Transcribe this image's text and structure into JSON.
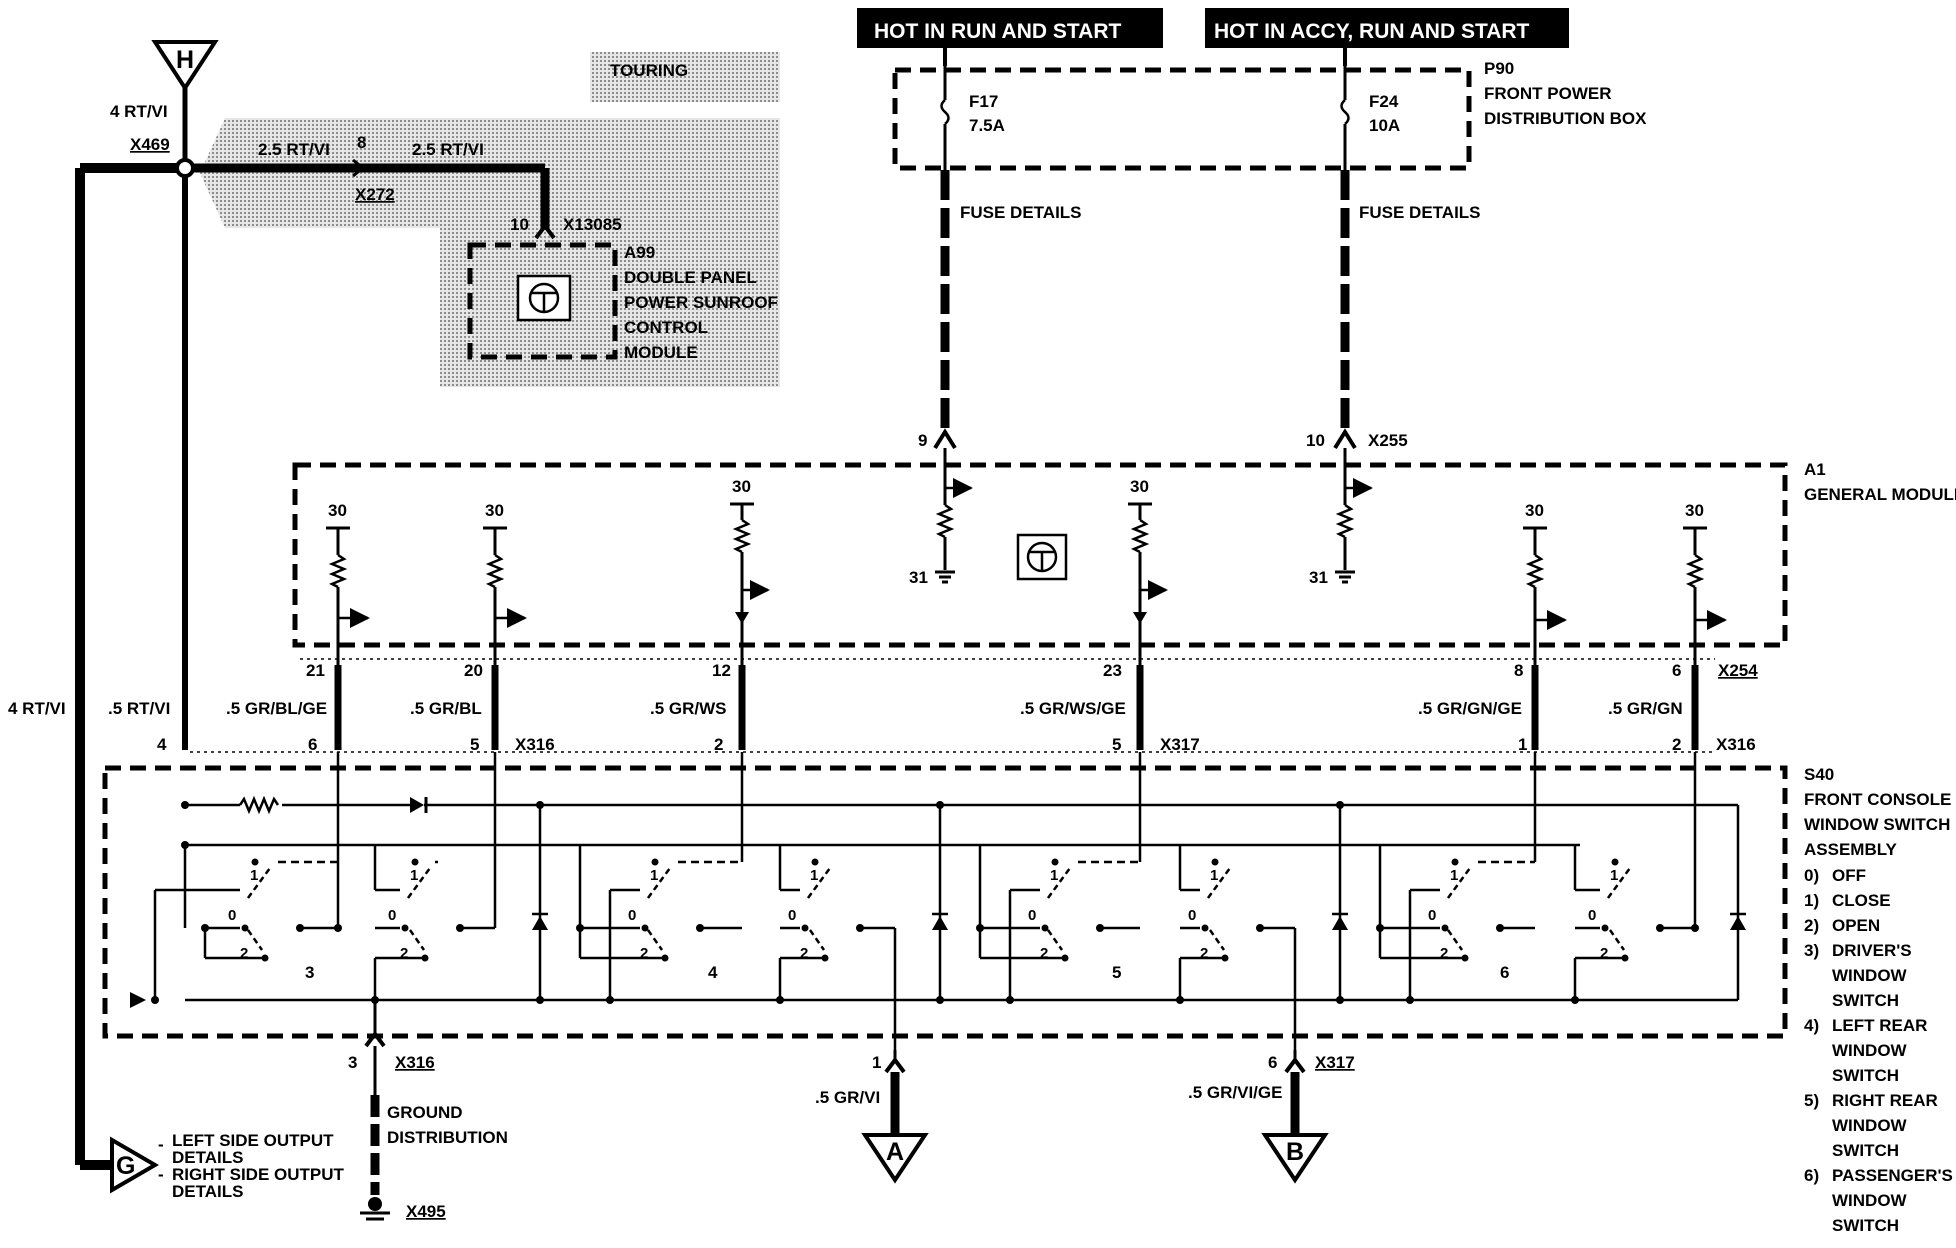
{
  "headers": {
    "hot_run_start": "HOT IN RUN AND START",
    "hot_accy_run_start": "HOT IN ACCY, RUN AND START"
  },
  "connectors": {
    "h": "H",
    "g": "G",
    "a": "A",
    "b": "B"
  },
  "touring": "TOURING",
  "top_left": {
    "wire_4": "4 RT/VI",
    "x469": "X469",
    "wire_25a": "2.5 RT/VI",
    "pin_8": "8",
    "wire_25b": "2.5 RT/VI",
    "x272": "X272",
    "pin_10": "10",
    "x13085": "X13085"
  },
  "sunroof": {
    "lines": [
      "A99",
      "DOUBLE PANEL",
      "POWER SUNROOF",
      "CONTROL",
      "MODULE"
    ]
  },
  "p90": {
    "lines": [
      "P90",
      "FRONT POWER",
      "DISTRIBUTION BOX"
    ],
    "f17": "F17",
    "f17_rating": "7.5A",
    "f24": "F24",
    "f24_rating": "10A",
    "fuse_details": "FUSE DETAILS"
  },
  "x255": {
    "pin_9": "9",
    "pin_10": "10",
    "label": "X255"
  },
  "a1": {
    "lines": [
      "A1",
      "GENERAL MODULE"
    ],
    "v30": "30",
    "v31": "31"
  },
  "wires": [
    {
      "pin": "21",
      "color": ".5 GR/BL/GE"
    },
    {
      "pin": "20",
      "color": ".5 GR/BL"
    },
    {
      "pin": "12",
      "color": ".5 GR/WS"
    },
    {
      "pin": "23",
      "color": ".5 GR/WS/GE"
    },
    {
      "pin": "8",
      "color": ".5 GR/GN/GE"
    },
    {
      "pin": "6",
      "color": ".5 GR/GN"
    }
  ],
  "x254": "X254",
  "left_wire_labels": {
    "rt_vi_4": "4 RT/VI",
    "rt_vi_05": ".5 RT/VI",
    "pin_4": "4"
  },
  "s40_pins": {
    "p6": "6",
    "p5a": "5",
    "p2a": "2",
    "p5b": "5",
    "p1": "1",
    "p2b": "2"
  },
  "s40_connectors": {
    "x316a": "X316",
    "x317": "X317",
    "x316b": "X316"
  },
  "switch_positions": {
    "one": "1",
    "zero": "0",
    "two": "2"
  },
  "switch_numbers": [
    "3",
    "4",
    "5",
    "6"
  ],
  "s40": {
    "lines": [
      "S40",
      "FRONT CONSOLE",
      "WINDOW SWITCH",
      "ASSEMBLY"
    ],
    "legend": [
      {
        "num": "0)",
        "text": [
          "OFF"
        ]
      },
      {
        "num": "1)",
        "text": [
          "CLOSE"
        ]
      },
      {
        "num": "2)",
        "text": [
          "OPEN"
        ]
      },
      {
        "num": "3)",
        "text": [
          "DRIVER'S",
          "WINDOW",
          "SWITCH"
        ]
      },
      {
        "num": "4)",
        "text": [
          "LEFT REAR",
          "WINDOW",
          "SWITCH"
        ]
      },
      {
        "num": "5)",
        "text": [
          "RIGHT REAR",
          "WINDOW",
          "SWITCH"
        ]
      },
      {
        "num": "6)",
        "text": [
          "PASSENGER'S",
          "WINDOW",
          "SWITCH"
        ]
      }
    ]
  },
  "bottom": {
    "pin_3": "3",
    "x316": "X316",
    "ground_1": "GROUND",
    "ground_2": "DISTRIBUTION",
    "x495": "X495",
    "pin_1": "1",
    "wire_a": ".5 GR/VI",
    "pin_6": "6",
    "x317": "X317",
    "wire_b": ".5 GR/VI/GE"
  },
  "g_details": {
    "left_1": "LEFT SIDE OUTPUT",
    "left_2": "DETAILS",
    "right_1": "RIGHT SIDE OUTPUT",
    "right_2": "DETAILS"
  }
}
